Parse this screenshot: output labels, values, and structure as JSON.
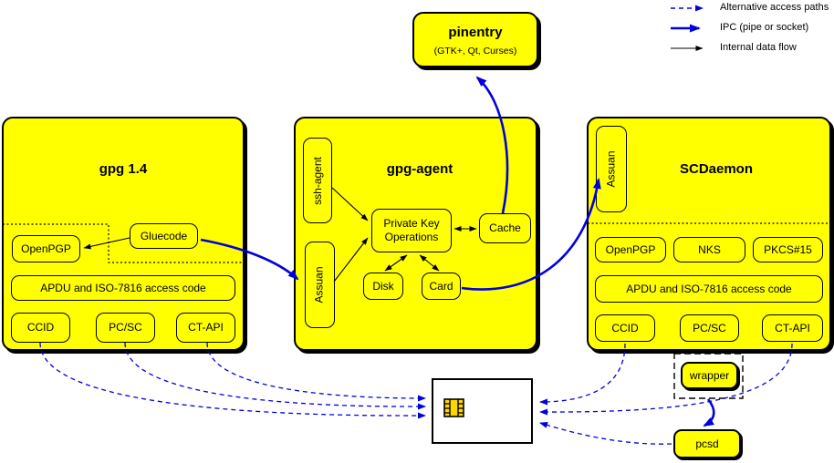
{
  "legend": {
    "items": [
      {
        "label": "Alternative access paths",
        "style": "dashed-blue-arrow"
      },
      {
        "label": "IPC (pipe or socket)",
        "style": "thick-blue-arrow"
      },
      {
        "label": "Internal data flow",
        "style": "thin-black-arrow"
      }
    ]
  },
  "pinentry": {
    "title": "pinentry",
    "subtitle": "(GTK+, Qt, Curses)"
  },
  "gpg14": {
    "title": "gpg 1.4",
    "openpgp": "OpenPGP",
    "gluecode": "Gluecode",
    "apdu": "APDU and ISO-7816 access code",
    "ccid": "CCID",
    "pcsc": "PC/SC",
    "ctapi": "CT-API"
  },
  "gpg_agent": {
    "title": "gpg-agent",
    "ssh_agent": "ssh-agent",
    "assuan": "Assuan",
    "pko_line1": "Private Key",
    "pko_line2": "Operations",
    "cache": "Cache",
    "disk": "Disk",
    "card": "Card"
  },
  "scdaemon": {
    "title": "SCDaemon",
    "assuan": "Assuan",
    "openpgp": "OpenPGP",
    "nks": "NKS",
    "pkcs15": "PKCS#15",
    "apdu": "APDU and ISO-7816 access code",
    "ccid": "CCID",
    "pcsc": "PC/SC",
    "ctapi": "CT-API"
  },
  "external": {
    "wrapper": "wrapper",
    "pcsd": "pcsd"
  },
  "card": {
    "chip_icon": "smartcard-chip"
  },
  "colors": {
    "node_fill": "#ffff00",
    "border": "#000000",
    "ipc_blue": "#0000dd",
    "dashed_blue": "#0000dd",
    "internal_black": "#000000",
    "card_fill": "#ffffff",
    "chip_gold": "#ffd700"
  }
}
